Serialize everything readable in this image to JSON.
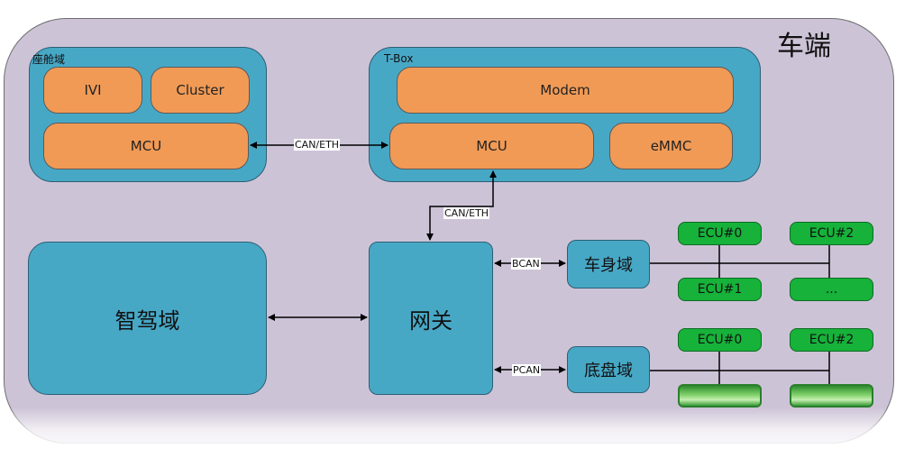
{
  "title": "车端",
  "cockpit": {
    "label": "座舱域",
    "ivi": "IVI",
    "cluster": "Cluster",
    "mcu": "MCU"
  },
  "tbox": {
    "label": "T-Box",
    "modem": "Modem",
    "mcu": "MCU",
    "emmc": "eMMC"
  },
  "adas": {
    "label": "智驾域"
  },
  "gateway": {
    "label": "网关"
  },
  "body_domain": {
    "label": "车身域",
    "ecus": [
      "ECU#0",
      "ECU#1",
      "ECU#2",
      "..."
    ]
  },
  "chassis_domain": {
    "label": "底盘域",
    "ecus": [
      "ECU#0",
      "ECU#2"
    ]
  },
  "connections": {
    "cockpit_tbox": "CAN/ETH",
    "gateway_tbox": "CAN/ETH",
    "bcan": "BCAN",
    "pcan": "PCAN"
  },
  "colors": {
    "background": "#cdc3d7",
    "domain": "#47a8c6",
    "module": "#f19a55",
    "ecu": "#16b23a"
  }
}
